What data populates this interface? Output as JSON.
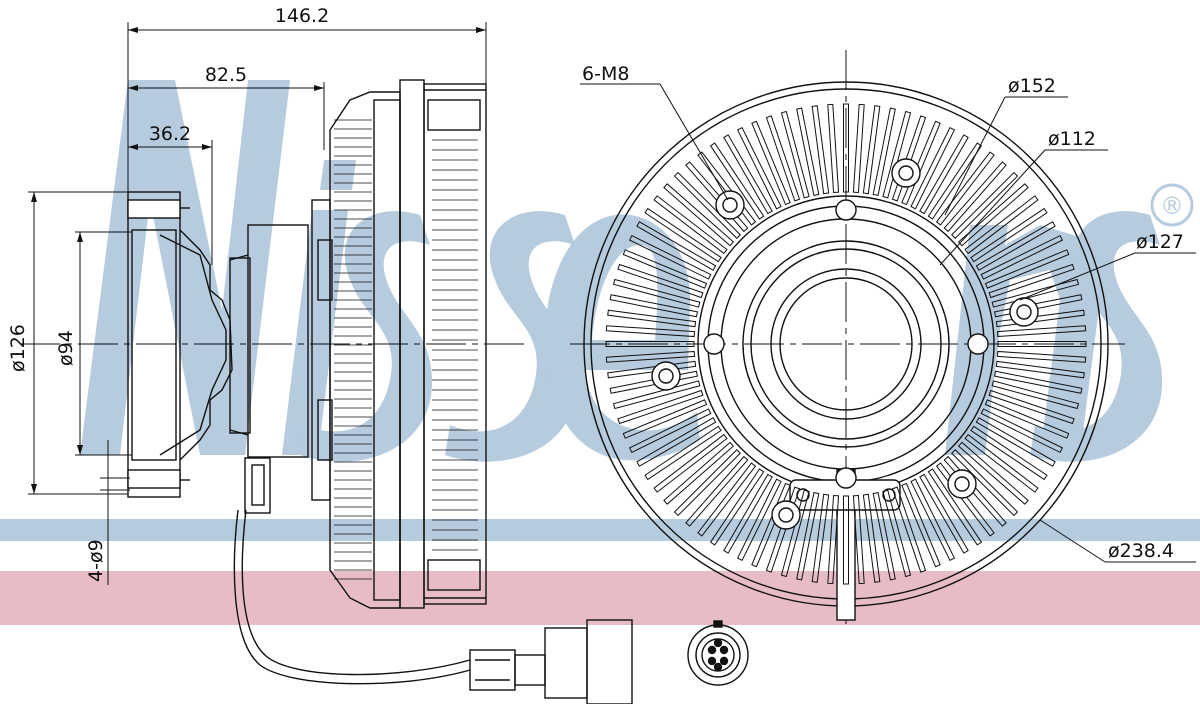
{
  "watermark": {
    "brand_text": "Nissens",
    "registered_mark": "®",
    "colors": {
      "letters": "#b6cbde",
      "blue_band": "#b6cbde",
      "red_band": "#e8bcc6"
    }
  },
  "side_view": {
    "dimensions": {
      "overall_length": "146.2",
      "middle_length": "82.5",
      "flange_length": "36.2",
      "outer_diameter": "ø126",
      "inner_diameter": "ø94",
      "bolt_holes": "4-ø9"
    }
  },
  "front_view": {
    "dimensions": {
      "threaded_holes": "6-M8",
      "d152": "ø152",
      "d112": "ø112",
      "d127": "ø127",
      "d238": "ø238.4"
    }
  },
  "colors": {
    "line": "#111111"
  }
}
